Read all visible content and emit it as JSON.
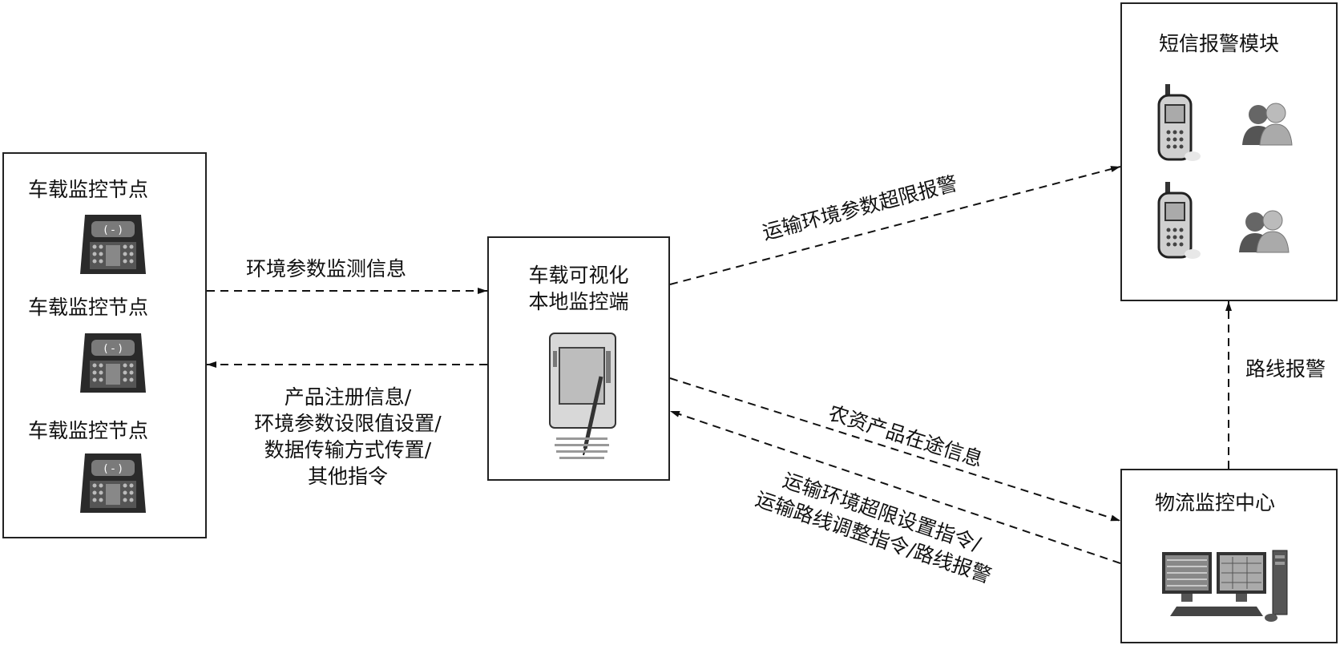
{
  "nodes": {
    "vehicle_nodes": [
      "车载监控节点",
      "车载监控节点",
      "车载监控节点"
    ],
    "local_terminal": [
      "车载可视化",
      "本地监控端"
    ],
    "sms_module": "短信报警模块",
    "logistics_center": "物流监控中心"
  },
  "edges": {
    "env_monitor_info": "环境参数监测信息",
    "commands": [
      "产品注册信息/",
      "环境参数设限值设置/",
      "数据传输方式传置/",
      "其他指令"
    ],
    "transport_alarm": "运输环境参数超限报警",
    "product_info": "农资产品在途信息",
    "center_commands": [
      "运输环境超限设置指令/",
      "运输路线调整指令/路线报警"
    ],
    "route_alarm": "路线报警"
  }
}
